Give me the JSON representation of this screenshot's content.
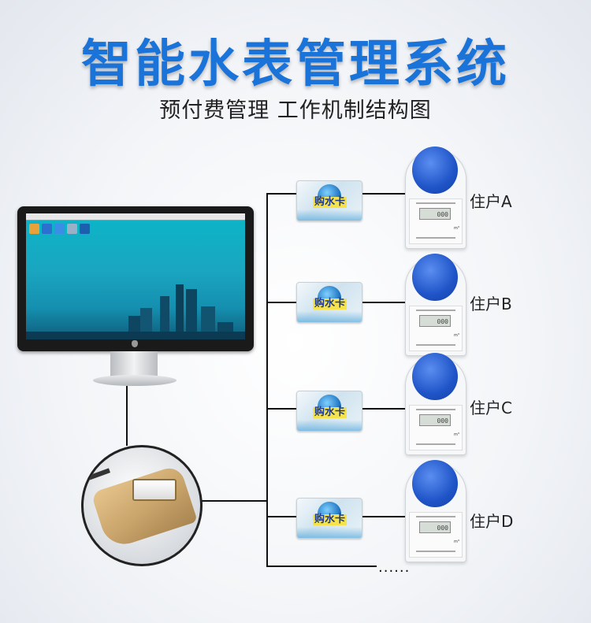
{
  "title": "智能水表管理系统",
  "subtitle": "预付费管理 工作机制结构图",
  "card_label": "购水卡",
  "meter_reading": "000",
  "meter_unit": "m³",
  "residents": [
    "住户A",
    "住户B",
    "住户C",
    "住户D"
  ],
  "more": "......"
}
